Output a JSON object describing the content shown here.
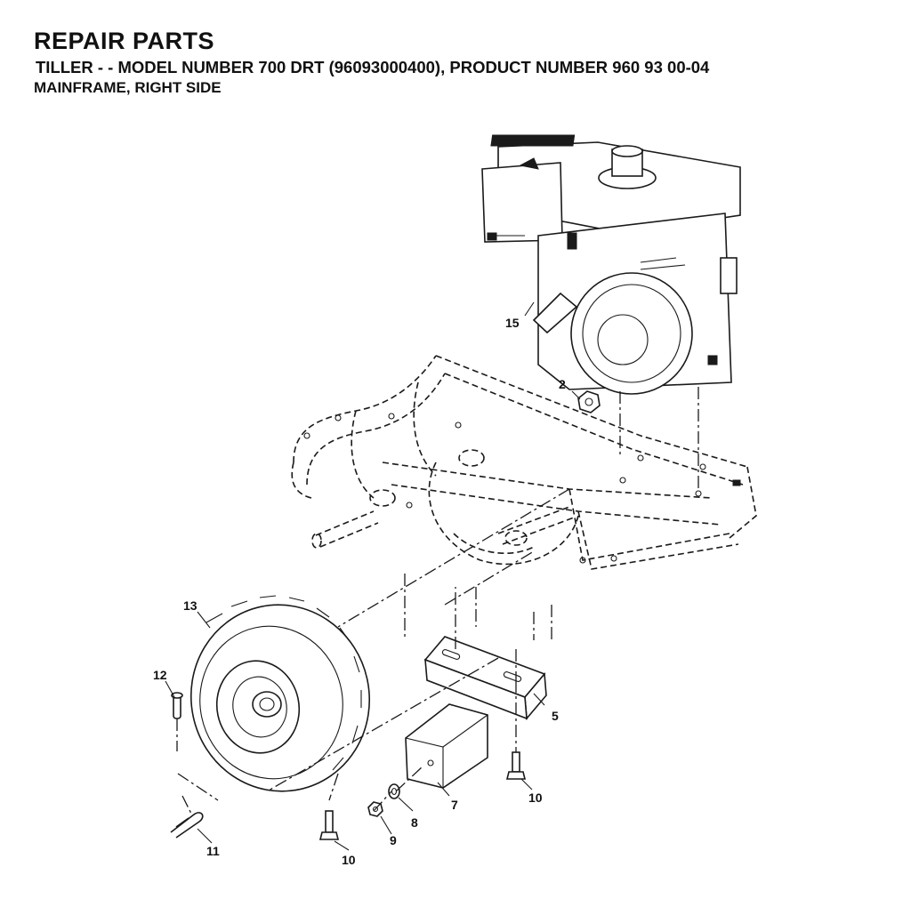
{
  "header": {
    "title": "REPAIR PARTS",
    "subtitle": "TILLER - - MODEL NUMBER 700 DRT (96093000400), PRODUCT NUMBER 960 93 00-04",
    "section": "MAINFRAME, RIGHT SIDE"
  },
  "callouts": {
    "c15": "15",
    "c2": "2",
    "c13": "13",
    "c12": "12",
    "c5": "5",
    "c7": "7",
    "c8": "8",
    "c9": "9",
    "c10a": "10",
    "c10b": "10",
    "c11": "11"
  },
  "colors": {
    "ink": "#1a1a1a",
    "background": "#ffffff"
  }
}
